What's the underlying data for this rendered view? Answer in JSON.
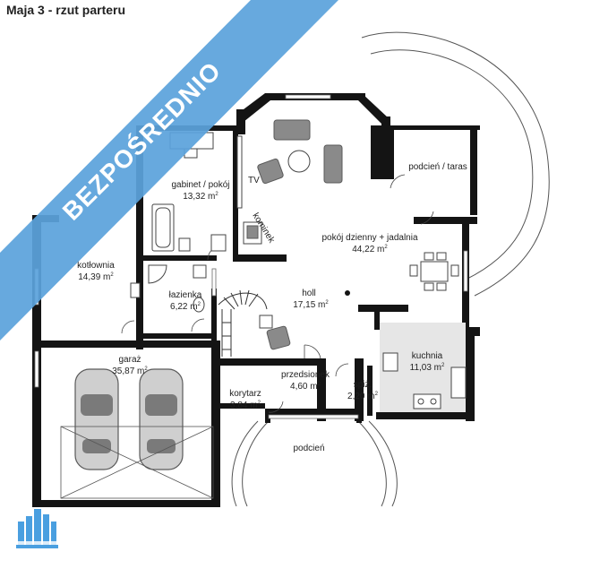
{
  "title": "Maja 3 - rzut parteru",
  "banner": {
    "text": "BEZPOŚREDNIO",
    "color": "#5ba3db"
  },
  "logo": {
    "color": "#4a9fe0",
    "icon": "buildings-logo-icon"
  },
  "rooms": [
    {
      "key": "gabinet",
      "name": "gabinet / pokój",
      "area": "13,32 m",
      "unit": "2"
    },
    {
      "key": "kotlownia",
      "name": "kotłownia",
      "area": "14,39 m",
      "unit": "2"
    },
    {
      "key": "lazienka",
      "name": "łazienka",
      "area": "6,22 m",
      "unit": "2"
    },
    {
      "key": "salon",
      "name": "pokój dzienny + jadalnia",
      "area": "44,22 m",
      "unit": "2"
    },
    {
      "key": "holl",
      "name": "holl",
      "area": "17,15 m",
      "unit": "2"
    },
    {
      "key": "kuchnia",
      "name": "kuchnia",
      "area": "11,03 m",
      "unit": "2"
    },
    {
      "key": "garaz",
      "name": "garaż",
      "area": "35,87 m",
      "unit": "2"
    },
    {
      "key": "przedsionek",
      "name": "przedsionek",
      "area": "4,60 m",
      "unit": "2"
    },
    {
      "key": "spiz",
      "name": "spiż.",
      "area": "2,20 m",
      "unit": "2"
    },
    {
      "key": "korytarz",
      "name": "korytarz",
      "area": "3,84 m",
      "unit": "2"
    }
  ],
  "labels": {
    "tv": "TV",
    "kominek": "kominek",
    "podcien_taras": "podcień / taras",
    "podcien": "podcień"
  }
}
